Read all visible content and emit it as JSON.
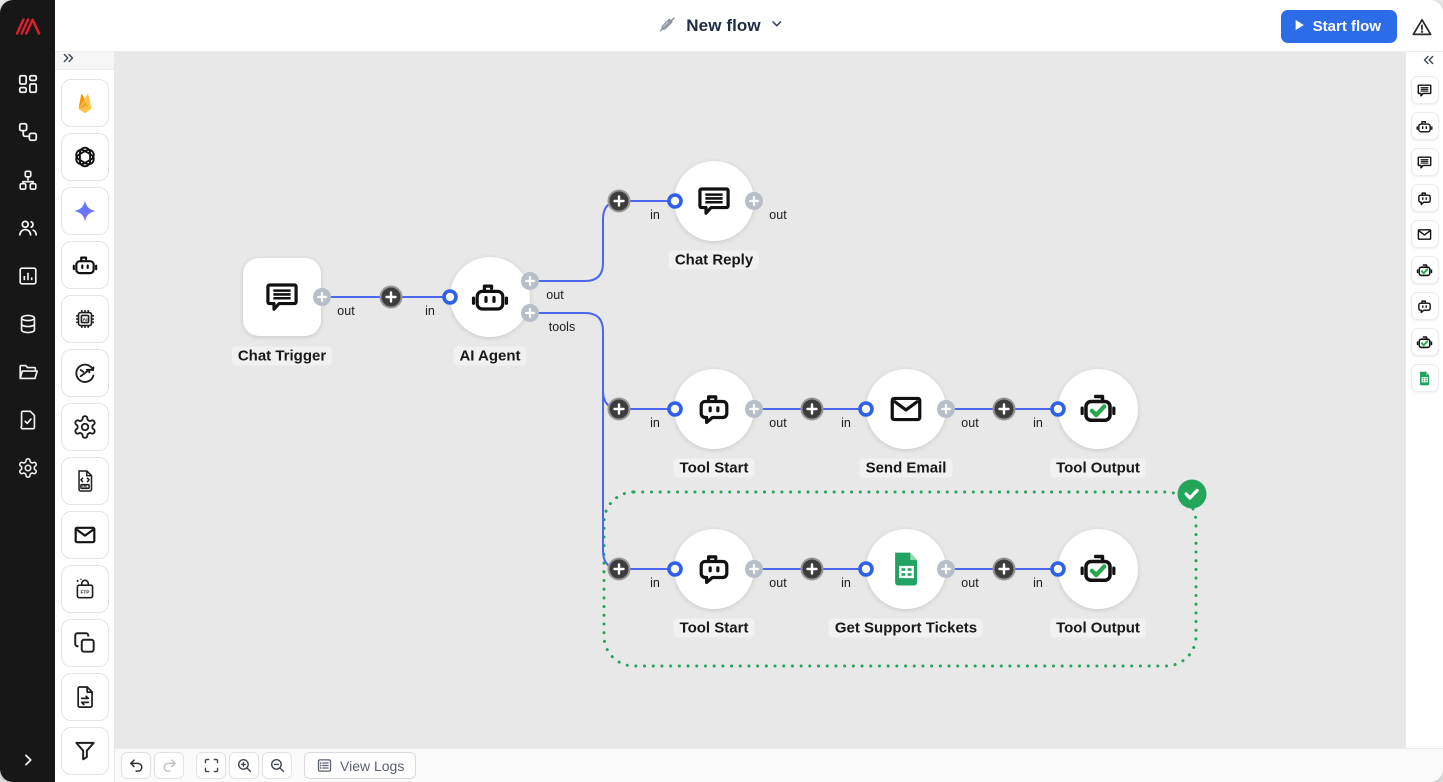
{
  "topbar": {
    "flow_name": "New flow",
    "flow_name_icon": "edit-off-icon",
    "flow_name_chevron": "chevron-down-icon",
    "start_button_label": "Start flow",
    "start_button_icon": "play-icon",
    "warning_icon": "warning-triangle-icon"
  },
  "left_nav": {
    "logo_icon": "red-slashes-logo",
    "icons": [
      "dashboard-icon",
      "workflow-icon",
      "pipeline-icon",
      "users-icon",
      "bar-chart-icon",
      "database-icon",
      "folder-icon",
      "document-check-icon",
      "settings-gear-icon"
    ],
    "expand_icon": "chevron-right-icon"
  },
  "palette": {
    "collapse_icon": "chevrons-right-icon",
    "items": [
      "firebase-icon",
      "openai-icon",
      "gemini-sparkle-icon",
      "robot-icon",
      "ai-chip-icon",
      "shuffle-loop-icon",
      "gear-icon",
      "xml-file-icon",
      "mail-icon",
      "ftp-icon",
      "copy-icon",
      "file-transfer-icon",
      "filter-icon"
    ]
  },
  "canvas": {
    "nodes": [
      {
        "label": "Chat Trigger",
        "icon": "chat-bubble-icon",
        "ports": {
          "out": "out"
        }
      },
      {
        "label": "AI Agent",
        "icon": "robot-icon",
        "ports": {
          "in": "in",
          "out": "out",
          "tools": "tools"
        }
      },
      {
        "label": "Chat Reply",
        "icon": "chat-bubble-icon",
        "ports": {
          "in": "in",
          "out": "out"
        }
      },
      {
        "label": "Tool Start",
        "icon": "bot-chat-icon",
        "ports": {
          "in": "in",
          "out": "out"
        }
      },
      {
        "label": "Send Email",
        "icon": "mail-icon",
        "ports": {
          "in": "in",
          "out": "out"
        }
      },
      {
        "label": "Tool Output",
        "icon": "robot-check-icon",
        "ports": {
          "in": "in"
        }
      },
      {
        "label": "Tool Start",
        "icon": "bot-chat-icon",
        "ports": {
          "in": "in",
          "out": "out"
        }
      },
      {
        "label": "Get Support Tickets",
        "icon": "sheets-icon",
        "ports": {
          "in": "in",
          "out": "out"
        }
      },
      {
        "label": "Tool Output",
        "icon": "robot-check-icon",
        "ports": {
          "in": "in"
        }
      }
    ],
    "group_status_icon": "check-circle-badge"
  },
  "right_rail": {
    "collapse_icon": "chevrons-left-icon",
    "icons": [
      "chat-bubble-icon",
      "robot-icon",
      "chat-bubble-icon",
      "bot-chat-icon",
      "mail-icon",
      "robot-check-icon",
      "bot-chat-icon",
      "robot-check-icon",
      "sheets-icon"
    ]
  },
  "bottom_toolbar": {
    "icons": [
      "undo-icon",
      "redo-icon",
      "fit-view-icon",
      "zoom-in-icon",
      "zoom-out-icon"
    ],
    "view_logs_label": "View Logs",
    "view_logs_icon": "logs-list-icon"
  },
  "colors": {
    "accent_blue": "#2d6ce9",
    "edge_blue": "#4c66f0",
    "success_green": "#23a55a",
    "canvas_bg": "#e8e8e8",
    "dark_rail": "#171717",
    "logo_red": "#e01f2d"
  }
}
